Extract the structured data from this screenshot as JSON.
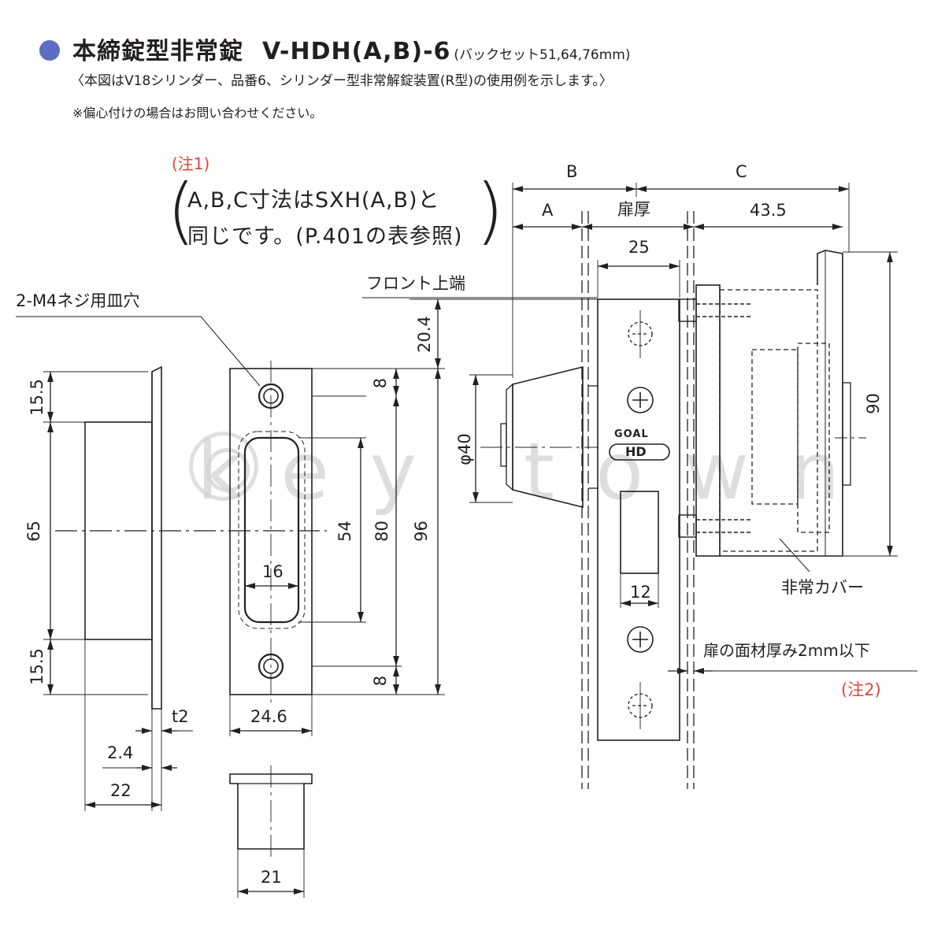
{
  "header": {
    "title": "本締錠型非常錠",
    "model": "V-HDH(A,B)-6",
    "backset": "(バックセット51,64,76mm)",
    "description": "〈本図はV18シリンダー、品番6、シリンダー型非常解錠装置(R型)の使用例を示します。〉",
    "note": "※偏心付けの場合はお問い合わせください。"
  },
  "note1": {
    "label": "(注1)",
    "line1": "A,B,C寸法はSXH(A,B)と",
    "line2": "同じです。(P.401の表参照)"
  },
  "labels": {
    "screw_hole": "2-M4ネジ用皿穴",
    "front_top": "フロント上端",
    "emergency_cover": "非常カバー",
    "door_face": "扉の面材厚み2mm以下",
    "note2": "(注2)",
    "door_thickness": "扉厚",
    "dim_a": "A",
    "dim_b": "B",
    "dim_c": "C",
    "logo_top": "GOAL",
    "logo_bottom": "HD",
    "watermark": "key town"
  },
  "dims": {
    "d15_5_top": "15.5",
    "d65": "65",
    "d15_5_bot": "15.5",
    "t2": "t2",
    "d2_4": "2.4",
    "d22": "22",
    "d24_6": "24.6",
    "d8_top": "8",
    "d54": "54",
    "d80": "80",
    "d96": "96",
    "d8_bot": "8",
    "d16": "16",
    "d21": "21",
    "d20_4": "20.4",
    "phi40": "φ40",
    "d25": "25",
    "d12": "12",
    "d43_5": "43.5",
    "d90": "90"
  },
  "colors": {
    "accent_dot": "#5b6ec4",
    "note_red": "#e0453a",
    "line": "#231f20"
  }
}
